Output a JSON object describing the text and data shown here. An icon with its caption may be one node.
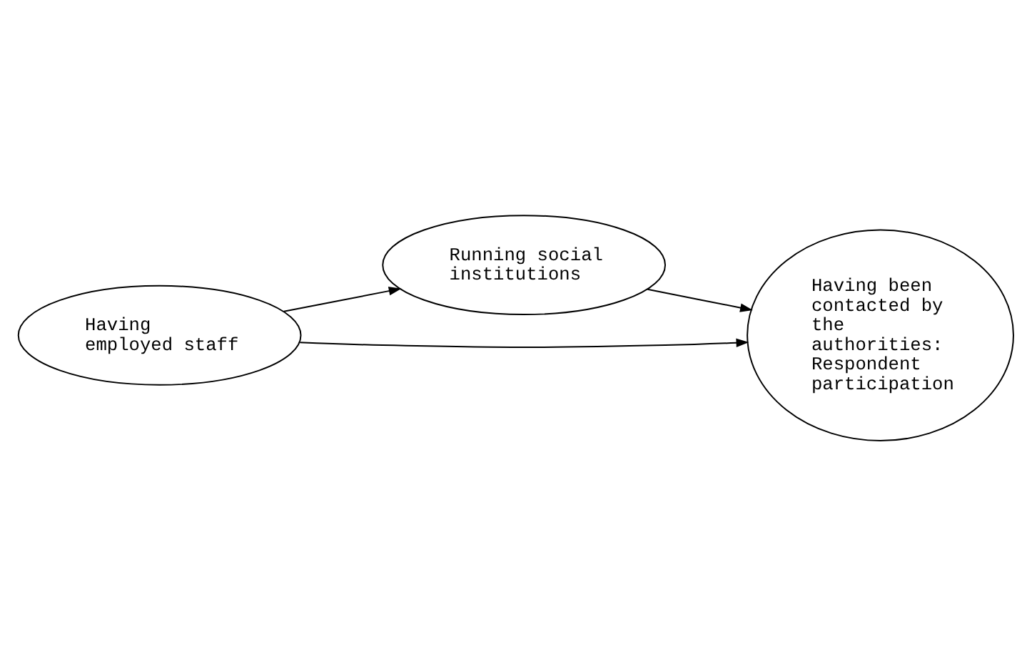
{
  "diagram": {
    "nodes": [
      {
        "text": [
          "Running social institutions"
        ]
      },
      {
        "text": [
          "Having employed staff"
        ]
      },
      {
        "text": [
          "Having been contacted by the authorities: Respondent participation"
        ]
      }
    ],
    "edges": [
      {
        "from": 1,
        "to": 0,
        "arrow": "to"
      },
      {
        "from": 0,
        "to": 2,
        "arrow": "to"
      },
      {
        "from": 1,
        "to": 2,
        "arrow": "to"
      }
    ]
  }
}
